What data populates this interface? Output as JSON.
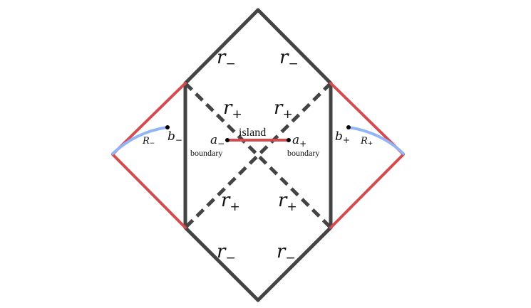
{
  "colors": {
    "horizon_line": "#444444",
    "red_line": "#d44a4f",
    "blue_curve": "#93b5f5",
    "point": "#000000",
    "text": "#111111"
  },
  "labels": {
    "top_left": {
      "base": "r",
      "sub": "−"
    },
    "top_right": {
      "base": "r",
      "sub": "−"
    },
    "mid_upper_left": {
      "base": "r",
      "sub": "+"
    },
    "mid_upper_right": {
      "base": "r",
      "sub": "+"
    },
    "mid_lower_left": {
      "base": "r",
      "sub": "+"
    },
    "mid_lower_right": {
      "base": "r",
      "sub": "+"
    },
    "bottom_left": {
      "base": "r",
      "sub": "−"
    },
    "bottom_right": {
      "base": "r",
      "sub": "−"
    },
    "a_minus": {
      "base": "a",
      "sub": "−"
    },
    "a_plus": {
      "base": "a",
      "sub": "+"
    },
    "b_minus": {
      "base": "b",
      "sub": "−"
    },
    "b_plus": {
      "base": "b",
      "sub": "+"
    },
    "R_minus": {
      "base": "R",
      "sub": "−"
    },
    "R_plus": {
      "base": "R",
      "sub": "+"
    },
    "island": "island",
    "boundary_left": "boundary",
    "boundary_right": "boundary"
  }
}
